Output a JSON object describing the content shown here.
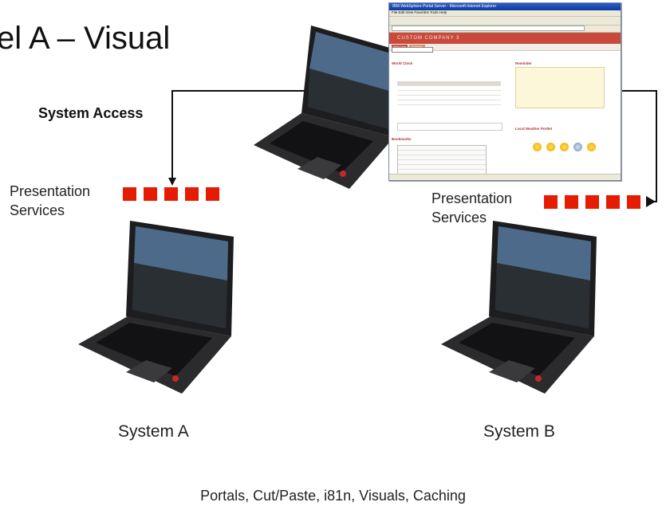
{
  "slide": {
    "title": "el A – Visual",
    "system_access_label": "System Access",
    "presentation_services_left": {
      "line1": "Presentation",
      "line2": "Services"
    },
    "presentation_services_right": {
      "line1": "Presentation",
      "line2": "Services"
    },
    "system_a_label": "System A",
    "system_b_label": "System B",
    "footer": "Portals, Cut/Paste, i81n, Visuals, Caching"
  },
  "colors": {
    "marker_red": "#e61c00",
    "arrow": "#111111",
    "banner": "#c94a3c"
  },
  "browser": {
    "title_bar": "IBM WebSphere Portal Server - Microsoft Internet Explorer",
    "menu": "File  Edit  View  Favorites  Tools  Help",
    "banner": "CUSTOM COMPANY 3",
    "tabs": [
      "Welcome",
      "Portlets"
    ],
    "sections": [
      "World Clock",
      "Reminder",
      "Bookmarks",
      "Local Weather Portlet"
    ]
  },
  "icons": [
    "laptop-icon",
    "browser-window-icon",
    "arrow-icon",
    "marker-square"
  ]
}
